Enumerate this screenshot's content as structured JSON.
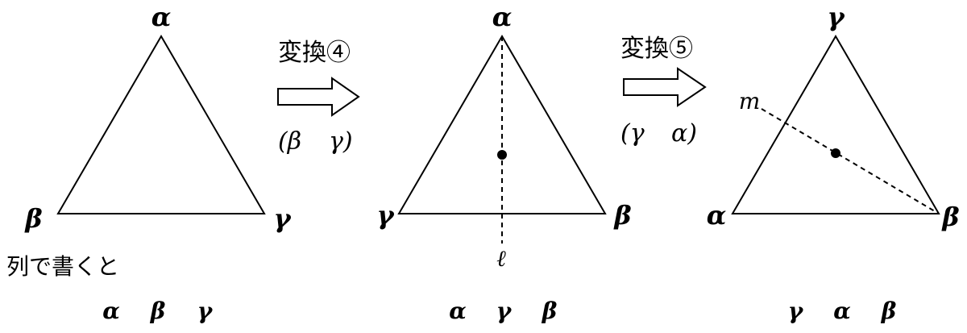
{
  "diagram": {
    "triangle1": {
      "top": "α",
      "left": "β",
      "right": "γ"
    },
    "arrow1": {
      "title": "変換④",
      "pair_open": "(β",
      "pair_close": "γ)"
    },
    "triangle2": {
      "top": "α",
      "left": "γ",
      "right": "β",
      "axis_label": "ℓ"
    },
    "arrow2": {
      "title": "変換⑤",
      "pair_open": "(γ",
      "pair_close": "α)"
    },
    "triangle3": {
      "top": "γ",
      "left": "α",
      "right": "β",
      "axis_label": "m"
    },
    "caption": "列で書くと",
    "sequences": {
      "seq1": [
        "α",
        "β",
        "γ"
      ],
      "seq2": [
        "α",
        "γ",
        "β"
      ],
      "seq3": [
        "γ",
        "α",
        "β"
      ]
    }
  }
}
